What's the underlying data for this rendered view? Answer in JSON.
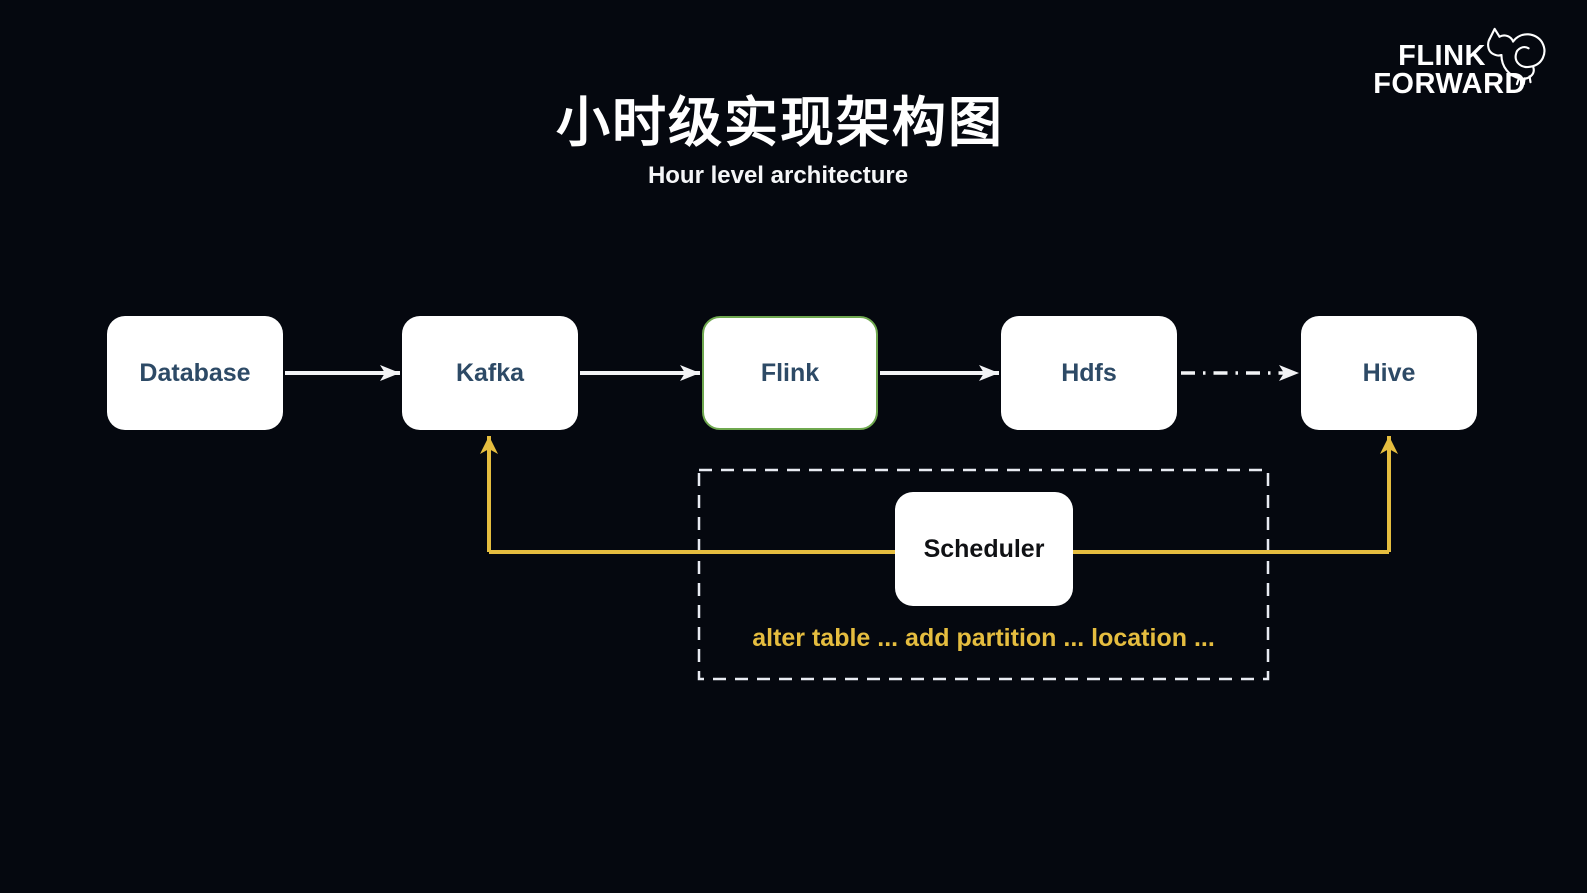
{
  "header": {
    "title": "小时级实现架构图",
    "subtitle": "Hour level architecture"
  },
  "logo": {
    "line1": "FLINK",
    "line2": "FORWARD",
    "icon": "squirrel-outline"
  },
  "diagram": {
    "nodes": [
      {
        "id": "database",
        "label": "Database"
      },
      {
        "id": "kafka",
        "label": "Kafka"
      },
      {
        "id": "flink",
        "label": "Flink",
        "border_color": "#6fa84f"
      },
      {
        "id": "hdfs",
        "label": "Hdfs"
      },
      {
        "id": "hive",
        "label": "Hive"
      }
    ],
    "edges": [
      {
        "from": "Database",
        "to": "Kafka",
        "style": "solid",
        "color": "#f2f3f5"
      },
      {
        "from": "Kafka",
        "to": "Flink",
        "style": "solid",
        "color": "#f2f3f5"
      },
      {
        "from": "Flink",
        "to": "Hdfs",
        "style": "solid",
        "color": "#f2f3f5"
      },
      {
        "from": "Hdfs",
        "to": "Hive",
        "style": "dash-dot",
        "color": "#f2f3f5"
      },
      {
        "from": "Scheduler",
        "to": "Kafka",
        "style": "solid",
        "color": "#e5bd3f"
      },
      {
        "from": "Scheduler",
        "to": "Hive",
        "style": "solid",
        "color": "#e5bd3f"
      }
    ],
    "scheduler": {
      "label": "Scheduler",
      "annotation": "alter table ... add partition ... location ..."
    },
    "colors": {
      "background": "#05080f",
      "node_fill": "#ffffff",
      "node_text": "#2d4a66",
      "scheduler_text": "#101114",
      "flink_border": "#6fa84f",
      "arrow_white": "#f2f3f5",
      "accent_yellow": "#e5bd3f",
      "dashed_frame": "#e8ebf2"
    }
  }
}
